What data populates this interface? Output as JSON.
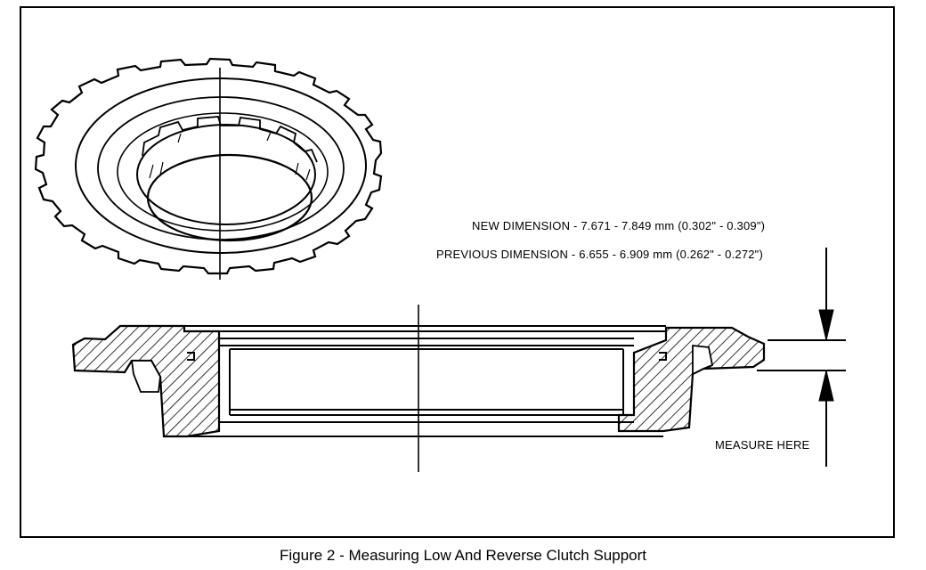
{
  "labels": {
    "new_dimension": "NEW DIMENSION - 7.671 - 7.849 mm (0.302\" - 0.309\")",
    "previous_dimension": "PREVIOUS DIMENSION - 6.655 - 6.909 mm (0.262\" - 0.272\")",
    "measure_here": "MEASURE HERE"
  },
  "caption": "Figure 2 - Measuring Low And Reverse Clutch Support",
  "colors": {
    "ink": "#000000",
    "paper": "#ffffff"
  }
}
